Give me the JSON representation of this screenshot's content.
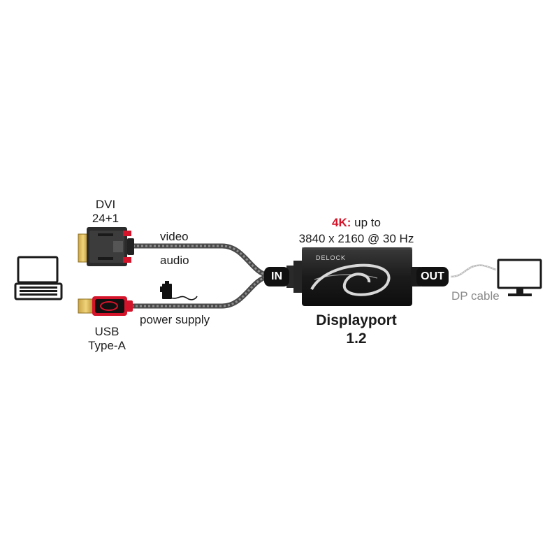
{
  "labels": {
    "dvi_line1": "DVI",
    "dvi_line2": "24+1",
    "video": "video",
    "audio": "audio",
    "usb_line1": "USB",
    "usb_line2": "Type-A",
    "power_supply": "power supply",
    "spec_highlight": "4K:",
    "spec_rest": " up to",
    "spec_resolution": "3840 x 2160 @ 30 Hz",
    "in_port": "IN",
    "out_port": "OUT",
    "dp_cable": "DP cable",
    "device_line1": "Displayport",
    "device_line2": "1.2",
    "brand": "DELOCK"
  },
  "colors": {
    "accent_red": "#d4142a",
    "cable_grey": "#6f6f6f",
    "device_black": "#1b1b1b",
    "dp_cable_grey": "#b5b5b5"
  },
  "icons": [
    "laptop-icon",
    "dvi-connector-icon",
    "usb-a-connector-icon",
    "power-plug-icon",
    "monitor-icon",
    "delock-swirl-logo"
  ]
}
